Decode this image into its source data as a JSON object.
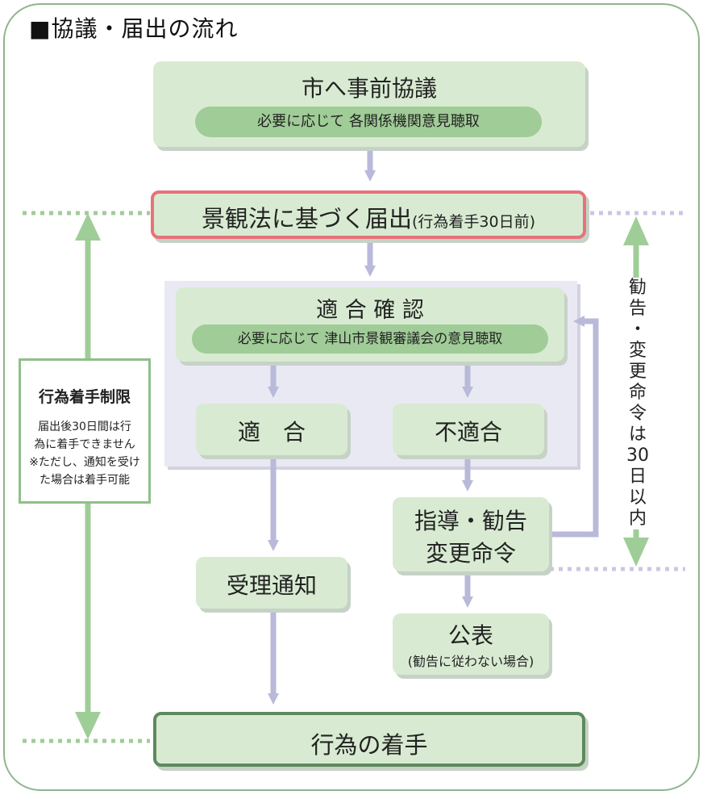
{
  "title": "■協議・届出の流れ",
  "steps": {
    "prior_consult": {
      "label": "市へ事前協議",
      "sub": "必要に応じて 各関係機関意見聴取"
    },
    "notification": {
      "label": "景観法に基づく届出",
      "note": "(行為着手30日前)"
    },
    "check": {
      "label": "適 合 確 認",
      "sub": "必要に応じて 津山市景観審議会の意見聴取"
    },
    "conform": {
      "label": "適　合"
    },
    "nonconform": {
      "label": "不適合"
    },
    "guidance": {
      "line1": "指導・勧告",
      "line2": "変更命令"
    },
    "receipt": {
      "label": "受理通知"
    },
    "publication": {
      "label": "公表",
      "sub": "(勧告に従わない場合)"
    },
    "start": {
      "label": "行為の着手"
    }
  },
  "restriction": {
    "title": "行為着手制限",
    "lines": [
      "届出後30日間は行",
      "為に着手できません",
      "※ただし、通知を受け",
      "た場合は着手可能"
    ]
  },
  "deadline": "勧\n告\n・\n変\n更\n命\n令\nは\n30\n日\n以\n内",
  "colors": {
    "box_fill": "#d8ebd2",
    "pill_fill": "#a0cc97",
    "arrow": "#b9b9d9",
    "green_arrow": "#9fcd97",
    "notification_border": "#e8727a",
    "start_border": "#5d8a5d"
  }
}
